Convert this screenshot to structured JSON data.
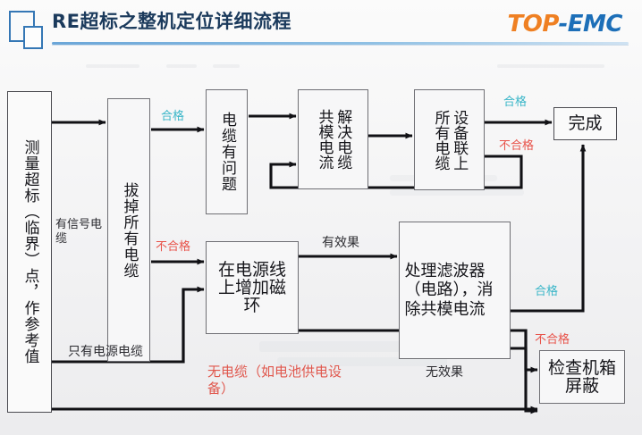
{
  "header": {
    "title": "RE超标之整机定位详细流程",
    "brand_first": "TOP",
    "brand_second": "-EMC",
    "logo_icon": "documents-icon",
    "accent_blue": "#3577b5",
    "brand_orange": "#ef8023",
    "brand_blue": "#1d6fb8",
    "title_color": "#1b3a5c"
  },
  "diagram": {
    "type": "flowchart",
    "nodes": [
      {
        "id": "start",
        "name": "measure-over-limit-node",
        "text": "测量超标（临界）点，作参考值",
        "orientation": "vertical"
      },
      {
        "id": "unplug",
        "name": "unplug-all-cables-node",
        "text": "拔掉所有电缆",
        "orientation": "vertical"
      },
      {
        "id": "cableprob",
        "name": "cable-problem-node",
        "text": "电缆有问题",
        "orientation": "vertical"
      },
      {
        "id": "solve",
        "name": "solve-cable-common-mode-node",
        "text_right": "解决电缆",
        "text_left": "共模电流",
        "text": "解决电缆共模电流",
        "orientation": "vertical-2col"
      },
      {
        "id": "connect",
        "name": "connect-all-cables-node",
        "text_right": "设备联上",
        "text_left": "所有电缆",
        "text": "设备联上所有电缆",
        "orientation": "vertical-2col"
      },
      {
        "id": "done",
        "name": "finish-node",
        "text": "完成",
        "orientation": "horizontal"
      },
      {
        "id": "ferrite",
        "name": "add-ferrite-core-node",
        "text": "在电源线上增加磁环",
        "orientation": "horizontal"
      },
      {
        "id": "filter",
        "name": "handle-filter-node",
        "text": "处理滤波器（电路），消除共模电流",
        "orientation": "horizontal"
      },
      {
        "id": "shield",
        "name": "check-chassis-shield-node",
        "text": "检查机箱屏蔽",
        "orientation": "horizontal"
      }
    ],
    "edge_labels": [
      {
        "id": "l_signal",
        "name": "edge-label-has-signal-cable",
        "text": "有信号电缆",
        "color": "#2b2b30"
      },
      {
        "id": "l_pass1",
        "name": "edge-label-pass-1",
        "text": "合格",
        "color": "#39b6c8"
      },
      {
        "id": "l_fail1",
        "name": "edge-label-fail-1",
        "text": "不合格",
        "color": "#e8534a"
      },
      {
        "id": "l_pass2",
        "name": "edge-label-pass-2",
        "text": "合格",
        "color": "#39b6c8"
      },
      {
        "id": "l_fail2",
        "name": "edge-label-fail-2",
        "text": "不合格",
        "color": "#e8534a"
      },
      {
        "id": "l_pass3",
        "name": "edge-label-pass-3",
        "text": "合格",
        "color": "#39b6c8"
      },
      {
        "id": "l_fail3",
        "name": "edge-label-fail-3",
        "text": "不合格",
        "color": "#e8534a"
      },
      {
        "id": "l_effect",
        "name": "edge-label-effective",
        "text": "有效果",
        "color": "#2b2b30"
      },
      {
        "id": "l_noeffect",
        "name": "edge-label-no-effect",
        "text": "无效果",
        "color": "#2b2b30"
      },
      {
        "id": "l_poweronly",
        "name": "edge-label-power-cable-only",
        "text": "只有电源电缆",
        "color": "#2b2b30"
      },
      {
        "id": "l_nocable",
        "name": "edge-label-no-cable",
        "text": "无电缆（如电池供电设备）",
        "color": "#e0574d"
      }
    ]
  }
}
